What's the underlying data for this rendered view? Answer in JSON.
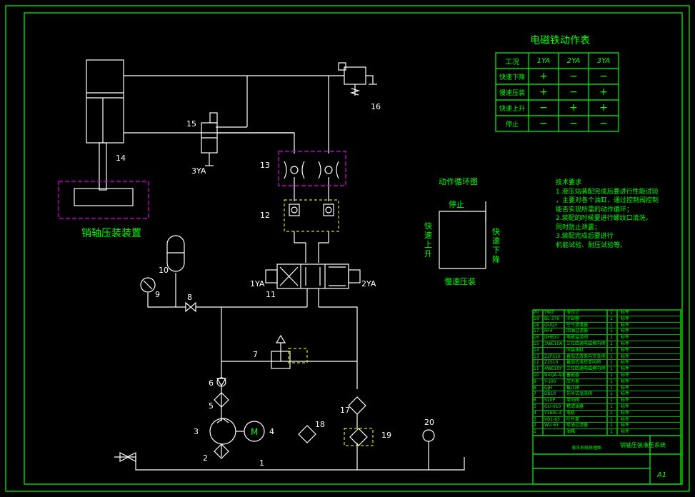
{
  "callouts": {
    "n1": "1",
    "n2": "2",
    "n3": "3",
    "n4": "4",
    "n5": "5",
    "n6": "6",
    "n7": "7",
    "n8": "8",
    "n9": "9",
    "n10": "10",
    "n11": "11",
    "n12": "12",
    "n13": "13",
    "n14": "14",
    "n15": "15",
    "n16": "16",
    "n17": "17",
    "n18": "18",
    "n19": "19",
    "n20": "20"
  },
  "solenoid_labels": {
    "ya1": "1YA",
    "ya2": "2YA",
    "ya3": "3YA"
  },
  "device_label": "销轴压装装置",
  "action_table": {
    "title": "电磁铁动作表",
    "headers": [
      "工况",
      "1YA",
      "2YA",
      "3YA"
    ],
    "rows": [
      {
        "name": "快速下降",
        "v": [
          "+",
          "−",
          "−"
        ]
      },
      {
        "name": "慢速压装",
        "v": [
          "+",
          "−",
          "+"
        ]
      },
      {
        "name": "快速上升",
        "v": [
          "−",
          "+",
          "+"
        ]
      },
      {
        "name": "停止",
        "v": [
          "−",
          "−",
          "−"
        ]
      }
    ]
  },
  "cycle": {
    "title": "动作循环图",
    "stop": "停止",
    "fast_up": "快速上升",
    "fast_down": "快速下降",
    "slow_press": "慢速压装"
  },
  "tech": {
    "heading": "技术要求",
    "lines": [
      "1.液压站装配完成后要进行性能试验",
      "，主要对各个油缸，通过控制阀控制",
      "能否实现所需的动作循环；",
      "2.装配的时候要进行螺纹口清洗，",
      "同时防止泄露；",
      "3.装配完成后要进行",
      "机能试验、耐压试验等。"
    ]
  },
  "title_block": {
    "name": "销轴压装液压系统",
    "sheet": "A1",
    "design": "液压系统原理图"
  },
  "bom_rows": [
    {
      "no": "20",
      "code": "YWZ",
      "name": "液位计",
      "qty": "1",
      "mat": "标件"
    },
    {
      "no": "19",
      "code": "BL-376",
      "name": "冷却器",
      "qty": "1",
      "mat": "标件"
    },
    {
      "no": "18",
      "code": "QUQ3",
      "name": "空气滤清器",
      "qty": "1",
      "mat": "标件"
    },
    {
      "no": "17",
      "code": "RF4",
      "name": "回油过滤器",
      "qty": "1",
      "mat": "标件"
    },
    {
      "no": "16",
      "code": "DHB10",
      "name": "电磁溢流阀",
      "qty": "1",
      "mat": "标件"
    },
    {
      "no": "15",
      "code": "3WE10A",
      "name": "三位四通电磁换向阀",
      "qty": "1",
      "mat": "标件"
    },
    {
      "no": "14",
      "code": "",
      "name": "压装油缸",
      "qty": "1",
      "mat": "标件"
    },
    {
      "no": "13",
      "code": "Z2FS10",
      "name": "叠加式双单向节流阀",
      "qty": "1",
      "mat": "标件"
    },
    {
      "no": "12",
      "code": "Z2S10",
      "name": "叠加式液控单向阀",
      "qty": "1",
      "mat": "标件"
    },
    {
      "no": "11",
      "code": "4WE10Y",
      "name": "三位四通电磁换向阀",
      "qty": "1",
      "mat": "标件"
    },
    {
      "no": "10",
      "code": "NXQA-4/8",
      "name": "蓄能器",
      "qty": "1",
      "mat": "标件"
    },
    {
      "no": "9",
      "code": "Y-100",
      "name": "压力表",
      "qty": "1",
      "mat": "标件"
    },
    {
      "no": "8",
      "code": "QJH",
      "name": "截止阀",
      "qty": "1",
      "mat": "标件"
    },
    {
      "no": "7",
      "code": "DB10",
      "name": "先导式溢流阀",
      "qty": "1",
      "mat": "标件"
    },
    {
      "no": "6",
      "code": "S10P",
      "name": "单向阀",
      "qty": "1",
      "mat": "标件"
    },
    {
      "no": "5",
      "code": "GU-H10",
      "name": "精滤油器",
      "qty": "1",
      "mat": "标件"
    },
    {
      "no": "4",
      "code": "Y160L-4",
      "name": "电机",
      "qty": "1",
      "mat": "标件"
    },
    {
      "no": "3",
      "code": "VB1-63",
      "name": "叶片泵",
      "qty": "1",
      "mat": "标件"
    },
    {
      "no": "2",
      "code": "WU-63",
      "name": "吸油过滤器",
      "qty": "1",
      "mat": "标件"
    },
    {
      "no": "1",
      "code": "",
      "name": "油箱",
      "qty": "1",
      "mat": "标件"
    }
  ],
  "colors": {
    "frame": "#00ff00",
    "lines": "#ffffff",
    "magenta": "#c000c0",
    "yellow": "#e0e000",
    "bg": "#000000"
  }
}
